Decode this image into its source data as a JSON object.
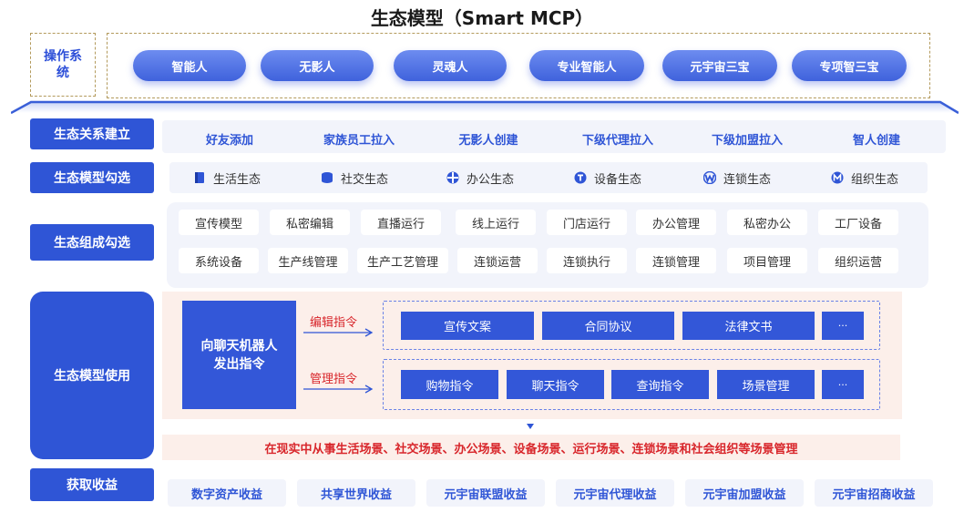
{
  "title": "生态模型（Smart MCP）",
  "os": {
    "label": "操作系统",
    "items": [
      "智能人",
      "无影人",
      "灵魂人",
      "专业智能人",
      "元宇宙三宝",
      "专项智三宝"
    ]
  },
  "relation": {
    "label": "生态关系建立",
    "items": [
      "好友添加",
      "家族员工拉入",
      "无影人创建",
      "下级代理拉入",
      "下级加盟拉入",
      "智人创建"
    ]
  },
  "model_select": {
    "label": "生态模型勾选",
    "items": [
      {
        "icon": "box-icon",
        "label": "生活生态"
      },
      {
        "icon": "database-icon",
        "label": "社交生态"
      },
      {
        "icon": "cross-circle-icon",
        "label": "办公生态"
      },
      {
        "icon": "t-circle-icon",
        "label": "设备生态"
      },
      {
        "icon": "w-icon",
        "label": "连锁生态"
      },
      {
        "icon": "m-circle-icon",
        "label": "组织生态"
      }
    ]
  },
  "composition": {
    "label": "生态组成勾选",
    "row1": [
      "宣传模型",
      "私密编辑",
      "直播运行",
      "线上运行",
      "门店运行",
      "办公管理",
      "私密办公",
      "工厂设备"
    ],
    "row2": [
      "系统设备",
      "生产线管理",
      "生产工艺管理",
      "连锁运营",
      "连锁执行",
      "连锁管理",
      "项目管理",
      "组织运营"
    ]
  },
  "usage": {
    "label": "生态模型使用",
    "chatbot": "向聊天机器人发出指令",
    "edit_label": "编辑指令",
    "edit_items": [
      "宣传文案",
      "合同协议",
      "法律文书",
      "···"
    ],
    "manage_label": "管理指令",
    "manage_items": [
      "购物指令",
      "聊天指令",
      "查询指令",
      "场景管理",
      "···"
    ],
    "footer": "在现实中从事生活场景、社交场景、办公场景、设备场景、运行场景、连锁场景和社会组织等场景管理"
  },
  "income": {
    "label": "获取收益",
    "items": [
      "数字资产收益",
      "共享世界收益",
      "元宇宙联盟收益",
      "元宇宙代理收益",
      "元宇宙加盟收益",
      "元宇宙招商收益"
    ]
  },
  "colors": {
    "primary": "#2f55d6",
    "accent_red": "#d8262b",
    "panel": "#f2f4fb"
  }
}
